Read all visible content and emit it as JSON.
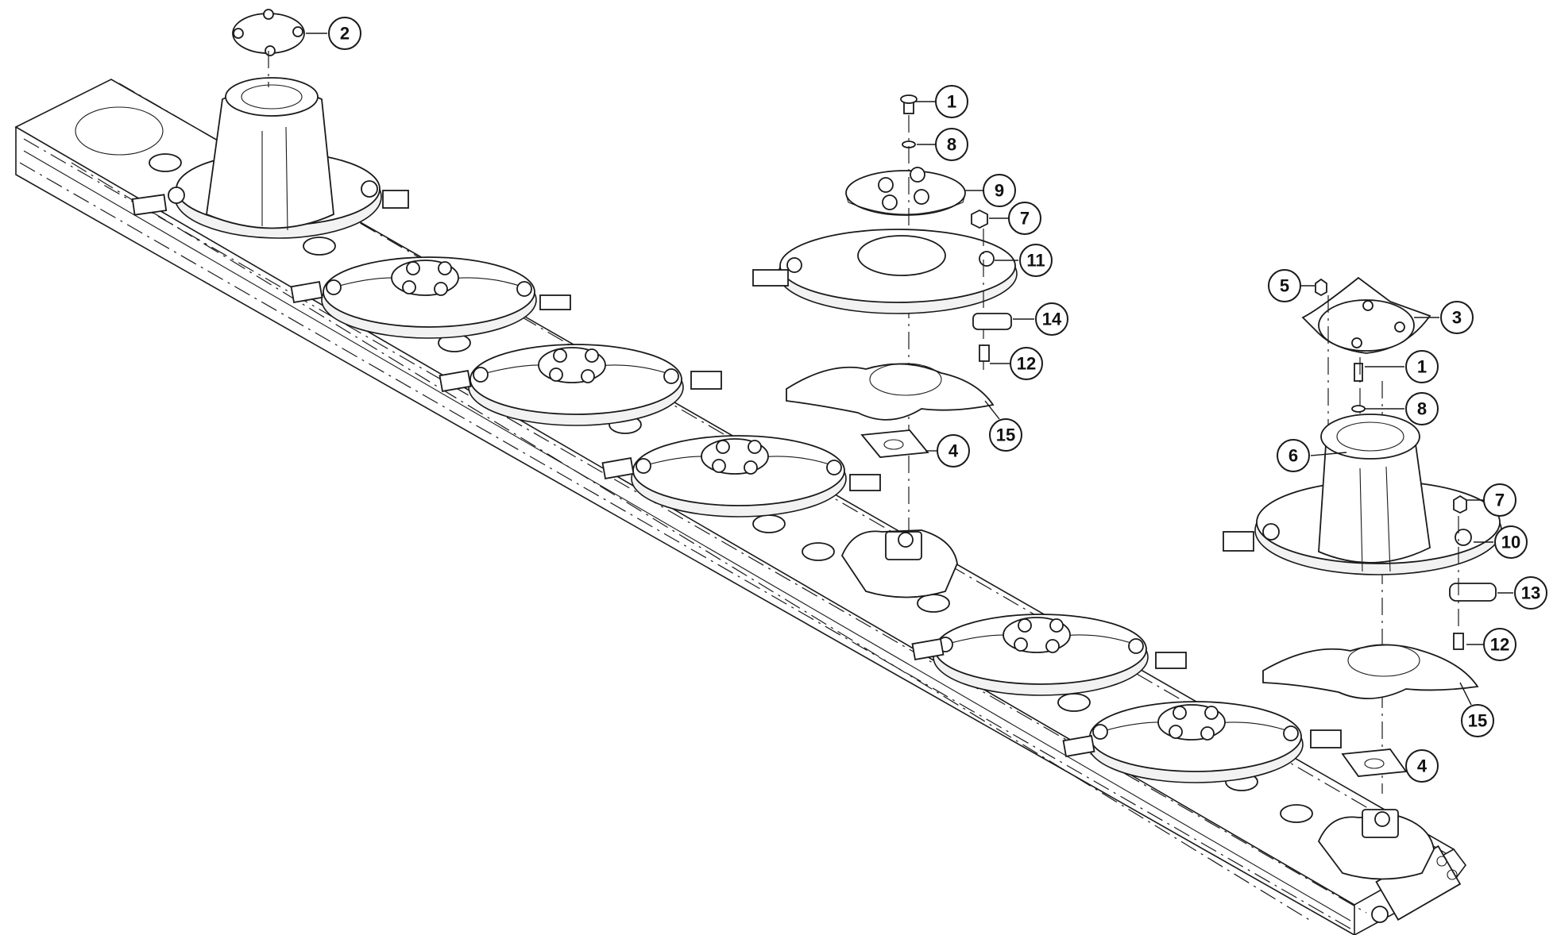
{
  "diagram": {
    "style": "exploded assembly line drawing",
    "line_color": "#1a1a1a",
    "background": "#ffffff",
    "callouts": [
      {
        "label": "2"
      },
      {
        "label": "1"
      },
      {
        "label": "8"
      },
      {
        "label": "9"
      },
      {
        "label": "7"
      },
      {
        "label": "11"
      },
      {
        "label": "14"
      },
      {
        "label": "12"
      },
      {
        "label": "15"
      },
      {
        "label": "4"
      },
      {
        "label": "5"
      },
      {
        "label": "3"
      },
      {
        "label": "1"
      },
      {
        "label": "8"
      },
      {
        "label": "6"
      },
      {
        "label": "7"
      },
      {
        "label": "10"
      },
      {
        "label": "13"
      },
      {
        "label": "12"
      },
      {
        "label": "15"
      },
      {
        "label": "4"
      }
    ]
  }
}
